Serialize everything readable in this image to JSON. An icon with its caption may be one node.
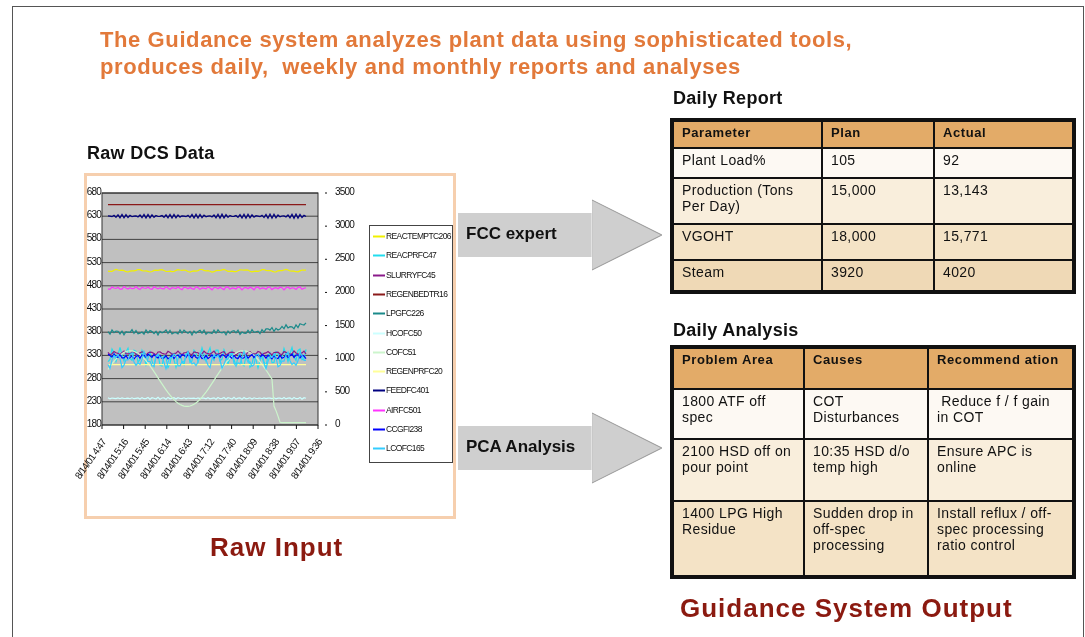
{
  "diagram": {
    "title": "The Guidance system analyzes plant data using sophisticated tools, produces daily,  weekly and monthly reports and analyses",
    "nodes": [
      {
        "text": [
          "Raw DCS Data"
        ],
        "beside": [
          "Raw Input"
        ]
      },
      {
        "text": [
          "Daily Report"
        ]
      },
      {
        "text": [
          "Daily Analysis"
        ]
      }
    ],
    "edges": [
      {
        "from": 0,
        "to": 1,
        "arrow": "to",
        "label": "FCC expert"
      },
      {
        "from": 0,
        "to": 2,
        "arrow": "to",
        "label": "PCA Analysis"
      }
    ],
    "labels": [
      "680",
      "630",
      "580",
      "530",
      "480",
      "430",
      "380",
      "330",
      "280",
      "230",
      "180",
      "3500",
      "3000",
      "2500",
      "2000",
      "1500",
      "1000",
      "500",
      "0",
      "8/14/01 4:47",
      "8/14/01 5:16",
      "8/14/01 5:45",
      "8/14/01 6:14",
      "8/14/01 6:43",
      "8/14/01 7:12",
      "8/14/01 7:40",
      "8/14/01 8:09",
      "8/14/01 8:38",
      "8/14/01 9:07",
      "8/14/01 9:36",
      "Parameter",
      "Plan",
      "Actual",
      "Plant Load%",
      "105",
      "92",
      "Production (Tons Per Day)",
      "15,000",
      "13,143",
      "VGOHT",
      "18,000",
      "15,771",
      "Steam",
      "3920",
      "4020",
      "Problem Area",
      "Causes",
      "Recommend ation",
      "1800 ATF off spec",
      "COT Disturbances",
      " Reduce f / f gain in COT",
      "2100 HSD off on pour point",
      "10:35 HSD d/o temp high",
      "Ensure APC is online",
      "1400 LPG High Residue",
      "Sudden drop in off-spec processing",
      "Install reflux / off-spec processing ratio control",
      "Guidance System Output"
    ],
    "legend": [
      {
        "text": "REACTEMPTC206"
      },
      {
        "text": "REACPRFC47"
      },
      {
        "text": "SLURRYFC45"
      },
      {
        "text": "REGENBEDTR16"
      },
      {
        "text": "LPGFC226"
      },
      {
        "text": "HCOFC50"
      },
      {
        "text": "COFC51"
      },
      {
        "text": "REGENPRFC20"
      },
      {
        "text": "FEEDFC401"
      },
      {
        "text": "AIRFC501"
      },
      {
        "text": "CCGFI238"
      },
      {
        "text": "LCOFC165"
      }
    ]
  }
}
